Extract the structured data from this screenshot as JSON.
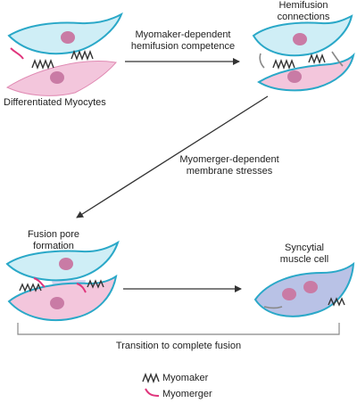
{
  "labels": {
    "differentiated": "Differentiated Myocytes",
    "hemifusion_line1": "Hemifusion",
    "hemifusion_line2": "connections",
    "myomaker_line1": "Myomaker-dependent",
    "myomaker_line2": "hemifusion competence",
    "myomerger_line1": "Myomerger-dependent",
    "myomerger_line2": "membrane stresses",
    "pore_line1": "Fusion pore",
    "pore_line2": "formation",
    "syncytial_line1": "Syncytial",
    "syncytial_line2": "muscle cell",
    "transition": "Transition to complete fusion"
  },
  "legend": {
    "myomaker": "Myomaker",
    "myomerger": "Myomerger"
  },
  "colors": {
    "cell_blue_fill": "#cfeef6",
    "cell_blue_stroke": "#2aa8c8",
    "cell_pink_fill": "#f3c6dc",
    "nucleus_pink": "#c97ba5",
    "myomerger": "#e0357c",
    "myomaker": "#333333",
    "arrow": "#333333",
    "syncytium_fill": "#b9c2e6"
  }
}
